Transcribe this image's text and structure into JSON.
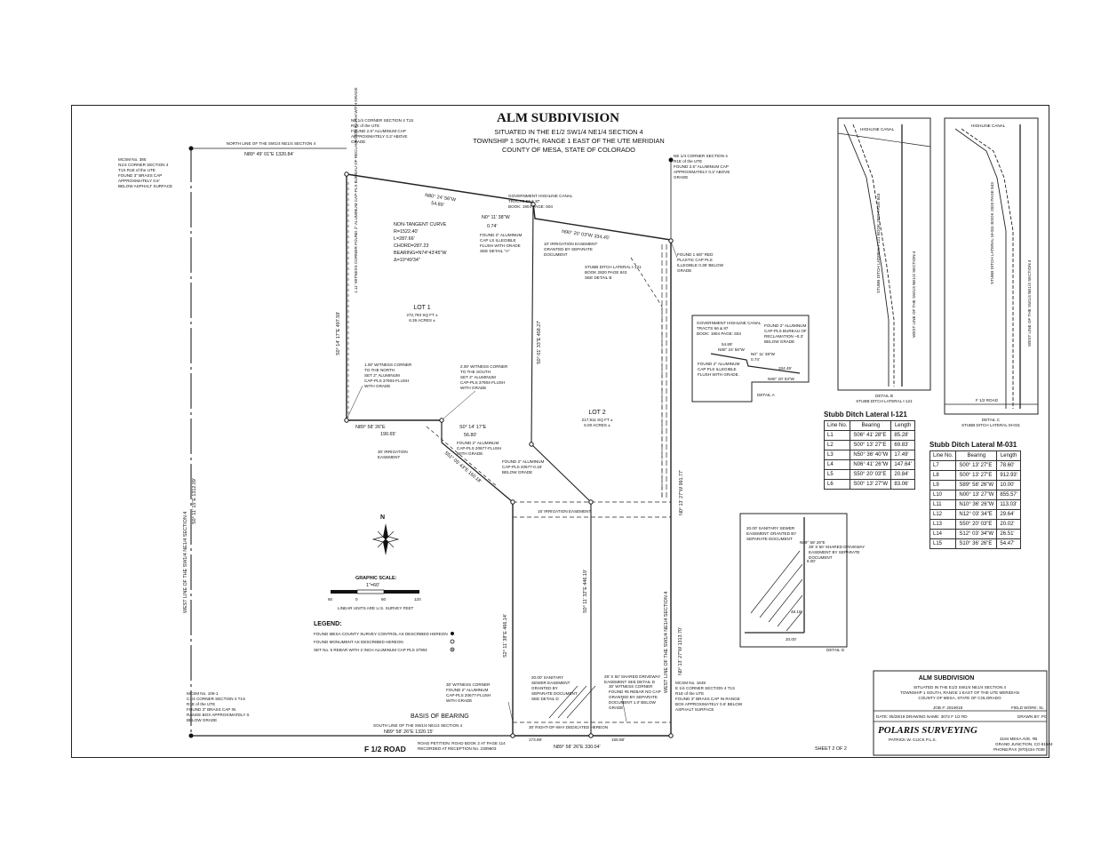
{
  "title": {
    "name": "ALM SUBDIVISION",
    "line1": "SITUATED IN THE E1/2 SW1/4 NE1/4 SECTION 4",
    "line2": "TOWNSHIP 1 SOUTH, RANGE 1 EAST OF THE UTE MERIDIAN",
    "line3": "COUNTY OF MESA, STATE OF COLORADO"
  },
  "monuments": {
    "nw_corner": [
      "NE 1/4 CORNER SECTION 4 T1S",
      "R1E of the UTE",
      "FOUND 2.5\" ALUMINUM CAP",
      "APPROXIMATELY 0.3' ABOVE",
      "GRADE"
    ],
    "ne_corner": [
      "NE 1/4 CORNER SECTION 4",
      "R1E of the UTE",
      "FOUND 2.5\" ALUMINUM CAP",
      "APPROXIMATELY 0.3' ABOVE",
      "GRADE"
    ],
    "mcsm385": [
      "MCSM No. 385",
      "N1/4 CORNER SECTION 4",
      "T1S R1E of the UTE",
      "FOUND 3\" BRASS CAP",
      "APPROXIMATELY 0.6'",
      "BELOW ASPHALT SURFACE"
    ],
    "mcsm106": [
      "MCSM No. 106-1",
      "C1/4 CORNER SECTION 4 T1S",
      "R1E of the UTE",
      "FOUND 3\" BRASS CAP IN",
      "RANGE BOX APPROXIMATELY 0.",
      "BELOW GRADE"
    ],
    "mcsm1649": [
      "MCSM No. 1649",
      "E 1/4 CORNER SECTION 4 T1S",
      "R1E of the UTE",
      "FOUND 3\" BRASS CAP IN RANGE",
      "BOX APPROXIMATELY 0.6' BELOW",
      "ASPHALT SURFACE"
    ]
  },
  "labels": {
    "north_line": "NORTH LINE OF THE SW1/4 NE1/4 SECTION 4",
    "north_bearing": "N89° 49' 01\"E  1320.84'",
    "bearing_top": "N80° 24' 56\"W",
    "dist_top": "54.89'",
    "bearing_11": "N0° 11' 38\"W",
    "dist_11": "0.74'",
    "bearing_n90": "N90° 20' 03\"W  334.45'",
    "canal": [
      "GOVERNMENT HIGHLINE CANAL",
      "TRACTS 58 & 87",
      "BOOK: 1904 PAGE: 604"
    ],
    "curve": [
      "NON-TANGENT CURVE",
      "R=1522.40'",
      "L=287.66'",
      "CHORD=287.23",
      "BEARING=N74°43'45\"W",
      "Δ=10°49'34\""
    ],
    "found_cap": [
      "FOUND 2\" ALUMINUM",
      "CAP LS ILLEGIBLE",
      "FLUSH WITH GRADE",
      "SEE DETAIL \"A\""
    ],
    "found_rebar": [
      "FOUND 1 5/8\" RED",
      "PLASTIC CAP PLS",
      "ILLEGIBLE 0.35' BELOW",
      "GRADE"
    ],
    "irrigation_top": [
      "10' IRRIGATION EASEMENT",
      "GRANTED BY SEPARATE",
      "DOCUMENT"
    ],
    "stubb_note": [
      "STUBB DITCH LATERAL I-121",
      "BOOK 2820 PAGE 843",
      "SEE DETAIL B"
    ],
    "witness_vert": "1.11' WITNESS CORNER FOUND 2\" ALUMINUM CAP-PLS BUREAU OF RECLAMATION FLUSH WITH GRADE",
    "lot1": "LOT 1",
    "lot1_sqft": "272,793 SQ FT ±",
    "lot1_acres": "6.36 ACRES ±",
    "lot2": "LOT 2",
    "lot2_sqft": "217,911 SQ FT ±",
    "lot2_acres": "5.00 ACRES ±",
    "west_lot1": "S0° 14' 17\"E   497.59'",
    "mid_vert": "S0° 01' 33\"E   458.27'",
    "east_vert": "N0° 13' 27\"W   991.77'",
    "witness1": [
      "1.00' WITNESS CORNER",
      "TO THE NORTH",
      "SET 2\" ALUMINUM",
      "CAP-PLS 37904-FLUSH",
      "WITH GRADE"
    ],
    "witness2": [
      "2.00' WITNESS CORNER",
      "TO THE SOUTH",
      "SET 2\" ALUMINUM",
      "CAP-PLS 37904-FLUSH",
      "WITH GRADE"
    ],
    "n89_mid": "N89° 58' 26\"E",
    "n89_mid_dist": "190.65'",
    "s0_small": "S0° 14' 17\"E",
    "s0_small_dist": "56.80'",
    "found_20677": [
      "FOUND 2\" ALUMINUM",
      "CAP-PLS 20677-FLUSH",
      "WITH GRADE"
    ],
    "found_20677b": [
      "FOUND 2\" ALUMINUM",
      "CAP-PLS 20677-0.16'",
      "BELOW GRADE"
    ],
    "diag1": "S51° 05' 43\"E   160.18'",
    "irr_30": [
      "30' IRRIGATION",
      "EASEMENT"
    ],
    "irr_15": "15' IRRIGATION EASEMENT",
    "lower_left": "S2° 11' 38\"E   466.14'",
    "lower_mid": "S0° 11' 32\"E   446.19'",
    "west_line_e": "WEST LINE OF THE SW1/4 NE1/4 SECTION 4",
    "west_line_w": "WEST LINE OF THE SW1/4 NE1/4 SECTION 4",
    "west_far": "S0° 11' 15\"E  1312.09'",
    "east_lower": "N0° 13' 27\"W  1313.70'",
    "sewer": [
      "20.00' SANITARY",
      "SEWER EASEMENT",
      "GRANTED BY",
      "SEPARATE DOCUMENT",
      "SEE DETAIL D"
    ],
    "driveway": [
      "28' X 50' SHARED DRIVEWAY",
      "EASEMENT SEE DETAIL D"
    ],
    "witness30": [
      "30' WITNESS CORNER",
      "FOUND 2\" ALUMINUM",
      "CAP-PLS 20677-FLUSH",
      "WITH GRADE"
    ],
    "witness30b": [
      "30' WITNESS CORNER",
      "FOUND #5 REBAR NO CAP",
      "GRANTED BY SEPARATE",
      "DOCUMENT 1.0' BELOW",
      "GRADE"
    ],
    "basis": "BASIS OF BEARING",
    "south_line": "SOUTH LINE OF THE SW1/4 NE1/4 SECTION 4",
    "south_bearing": "N89° 58' 26\"E   1320.15'",
    "f_road": "F 1/2 ROAD",
    "road_petition": [
      "ROAD PETITION: ROAD BOOK 2 AT PAGE 114",
      "RECORDED AT RECEPTION No. 2309603"
    ],
    "n89_bottom": "N89° 58' 26\"E   330.04'",
    "row": "30' RIGHT-OF-WAY DEDICATED HEREON",
    "d173": "173.69'",
    "d156": "156.88'",
    "graphic_scale": "GRAPHIC SCALE:",
    "scale_ratio": "1\"=60'",
    "scale_ticks": [
      "60",
      "0",
      "60",
      "120"
    ],
    "units": "LINEAR UNITS ARE U.S. SURVEY FEET",
    "north_letter": "N"
  },
  "legend": {
    "title": "LEGEND:",
    "items": [
      "FOUND MESA COUNTY SURVEY CONTROL AS DESCRIBED HEREON",
      "FOUND MONUMENT AS DESCRIBED HEREON",
      "SET No. 5 REBAR WITH 2 INCH ALUMINUM CAP PLS 37904"
    ]
  },
  "detail_a": {
    "label": "DETAIL A",
    "canal": [
      "GOVERNMENT HIGHLINE CANAL",
      "TRACTS 66 & 87",
      "BOOK: 1904 PAGE: 604"
    ],
    "found": [
      "FOUND 2\" ALUMINUM",
      "CAP-PLS BUREAU OF",
      "RECLAMATION ~0.3'",
      "BELOW GRADE"
    ],
    "found2": [
      "FOUND 2\" ALUMINUM",
      "CAP PLS ILLEGIBLE",
      "FLUSH WITH GRADE."
    ],
    "b1": "N80° 24' 56\"W",
    "d1": "54.89'",
    "b2": "N0° 11' 38\"W",
    "d2": "0.74'",
    "b3": "N90° 20' 03\"W",
    "d3": "334.45'"
  },
  "detail_b": {
    "label": "DETAIL B",
    "sub": "STUBB DITCH LATERAL I-121",
    "canal": "HIGHLINE CANAL",
    "west": "WEST LINE OF THE SW1/4 NE1/4 SECTION 4",
    "stubb": "STUBB DITCH LATERAL I-121 BOOK 2820 PAGE 843"
  },
  "detail_c": {
    "label": "DETAIL C",
    "sub": "STUBB DITCH LATERAL M-031",
    "canal": "HIGHLINE CANAL",
    "west": "WEST LINE OF THE SW1/4 NE1/4 SECTION 4",
    "stubb": "STUBB DITCH LATERAL M-031 BOOK 2820 PAGE 843",
    "road": "F 1/2 ROAD"
  },
  "detail_d": {
    "label": "DETAIL D",
    "sewer": [
      "20.00' SANITARY SEWER",
      "EASEMENT GRANTED BY",
      "SEPARATE DOCUMENT"
    ],
    "driveway": [
      "28' X 50' SHARED DRIVEWAY",
      "EASEMENT BY SEPARATE",
      "DOCUMENT"
    ],
    "b1": "N89° 58' 26\"E",
    "d1": "20.00'",
    "d2": "8.00'",
    "d3": "48.18'"
  },
  "table_i121": {
    "title": "Stubb Ditch Lateral I-121",
    "headers": [
      "Line No.",
      "Bearing",
      "Length"
    ],
    "rows": [
      [
        "L1",
        "S06° 41' 28\"E",
        "85.28'"
      ],
      [
        "L2",
        "S00° 13' 27\"E",
        "69.83'"
      ],
      [
        "L3",
        "N50° 36' 40\"W",
        "17.49'"
      ],
      [
        "L4",
        "N06° 41' 26\"W",
        "147.64'"
      ],
      [
        "L5",
        "S50° 20' 03\"E",
        "20.84'"
      ],
      [
        "L6",
        "S00° 13' 27\"W",
        "83.06'"
      ]
    ]
  },
  "table_m031": {
    "title": "Stubb Ditch Lateral M-031",
    "headers": [
      "Line No.",
      "Bearing",
      "Length"
    ],
    "rows": [
      [
        "L7",
        "S00° 13' 27\"E",
        "78.60'"
      ],
      [
        "L8",
        "S00° 13' 27\"E",
        "912.93'"
      ],
      [
        "L9",
        "S89° 58' 26\"W",
        "10.00'"
      ],
      [
        "L10",
        "N00° 13' 27\"W",
        "855.57'"
      ],
      [
        "L11",
        "N10° 36' 26\"W",
        "113.03'"
      ],
      [
        "L12",
        "N12° 03' 34\"E",
        "29.64'"
      ],
      [
        "L13",
        "S50° 20' 03\"E",
        "20.02'"
      ],
      [
        "L14",
        "S12° 03' 34\"W",
        "26.51'"
      ],
      [
        "L15",
        "S10° 36' 26\"E",
        "54.47'"
      ]
    ]
  },
  "title_block": {
    "name": "ALM SUBDIVISION",
    "lines": [
      "SITUATED IN THE E1/2 SW1/4 NE1/4 SECTION 4",
      "TOWNSHIP 1 SOUTH, RANGE 1 EAST OF THE UTE MERIDIAN",
      "COUNTY OF MESA, STATE OF COLORADO"
    ],
    "job": "JOB #: 2019018",
    "field": "FIELD WORK: SL",
    "date": "DATE: 05/28/19  DRAWING NAME: 3072 F 1/2 RD",
    "drawn": "DRAWN BY: PC",
    "company": "POLARIS SURVEYING",
    "surveyor": "PATRICK W. CLICK P.L.S.",
    "address": [
      "3194 MESA AVE. #B",
      "GRAND JUNCTION, CO 81504",
      "PHONE/FAX (970)434-7038"
    ],
    "sheet": "SHEET 2 OF 2"
  }
}
